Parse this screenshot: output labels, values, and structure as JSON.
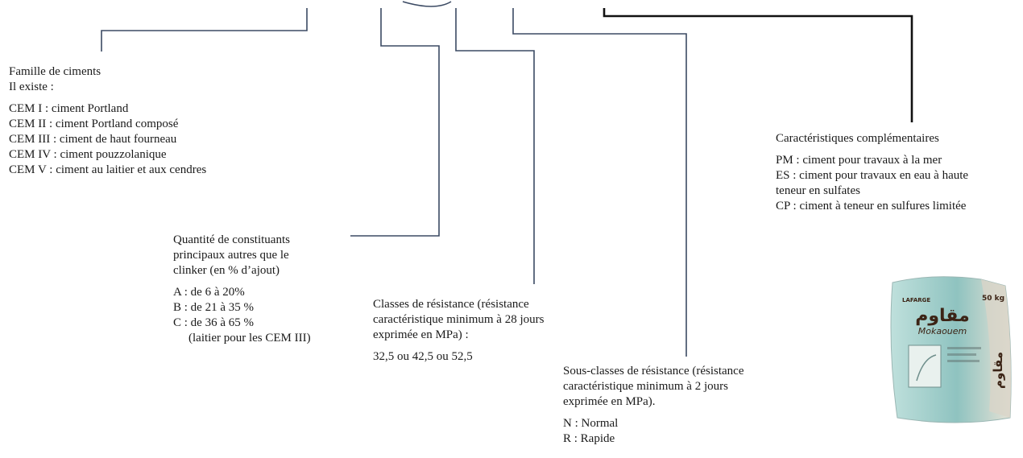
{
  "famille": {
    "title": "Famille de ciments",
    "subtitle": "Il existe :",
    "items": [
      "CEM I : ciment Portland",
      "CEM II : ciment Portland composé",
      "CEM III : ciment de haut fourneau",
      "CEM IV : ciment pouzzolanique",
      "CEM V : ciment au laitier et aux cendres"
    ]
  },
  "quantite": {
    "title_lines": [
      "Quantité de constituants",
      "principaux autres que le",
      "clinker (en % d’ajout)"
    ],
    "items": [
      "A : de 6 à 20%",
      "B : de 21 à 35 %",
      "C : de 36 à 65 %"
    ],
    "note": "(laitier pour les CEM III)"
  },
  "classes": {
    "title_lines": [
      "Classes de résistance (résistance",
      "caractéristique minimum à 28 jours",
      "exprimée en MPa) :"
    ],
    "values": "32,5 ou 42,5 ou 52,5"
  },
  "sous_classes": {
    "title_lines": [
      "Sous-classes de résistance (résistance",
      "caractéristique minimum à 2 jours",
      "exprimée en MPa)."
    ],
    "items": [
      "N : Normal",
      "R : Rapide"
    ]
  },
  "complementaires": {
    "title": "Caractéristiques  complémentaires",
    "items": [
      "PM : ciment pour travaux à la mer",
      "ES : ciment pour travaux en eau à haute",
      "teneur en sulfates",
      "CP : ciment à teneur en sulfures limitée"
    ]
  },
  "bag": {
    "brand": "LAFARGE",
    "arabic_name": "مقاوم",
    "latin_name": "Mokaouem",
    "weight": "50 kg",
    "colors": {
      "bag": "#8fc3c0",
      "bag_light": "#bfe0dc",
      "brand_text": "#3c2416"
    }
  },
  "colors": {
    "connector": "#3b4a63",
    "connector_dark": "#111111"
  }
}
